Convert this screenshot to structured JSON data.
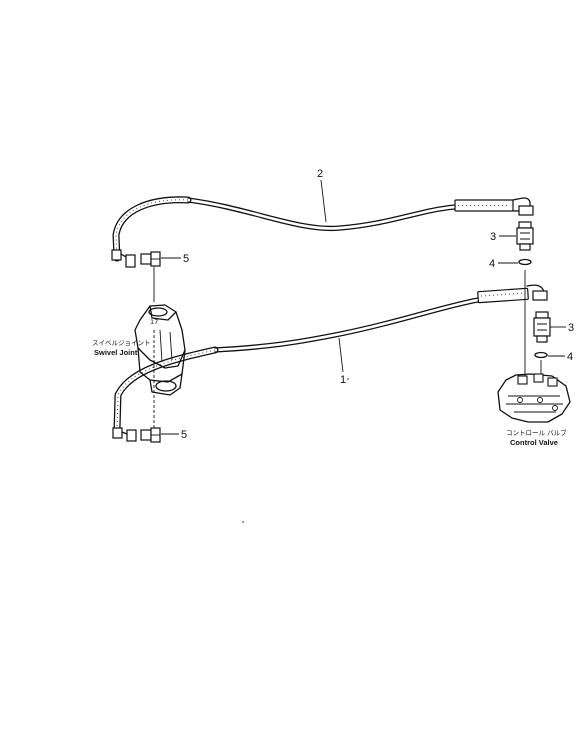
{
  "diagram": {
    "callouts": {
      "c1": "1",
      "c2": "2",
      "c3a": "3",
      "c3b": "3",
      "c4a": "4",
      "c4b": "4",
      "c5a": "5",
      "c5b": "5"
    },
    "labels": {
      "swivel_jp": "スイベルジョイント",
      "swivel_en": "Swivel  Joint",
      "control_jp": "コントロール  バルブ",
      "control_en": "Control  Valve"
    }
  }
}
